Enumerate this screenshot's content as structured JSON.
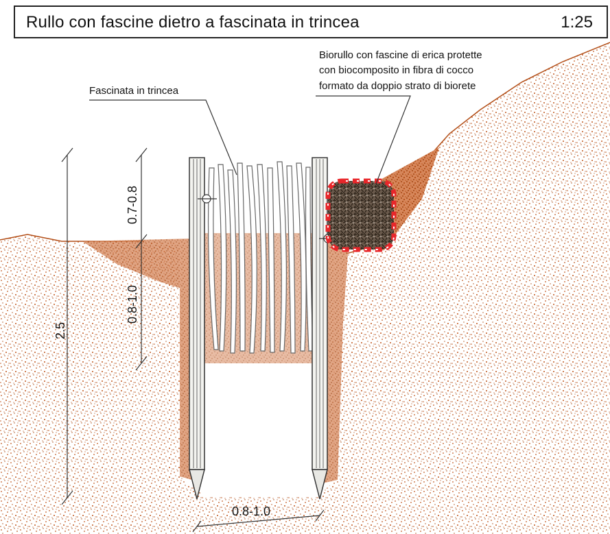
{
  "header": {
    "title": "Rullo con fascine dietro a fascinata in trincea",
    "scale": "1:25"
  },
  "labels": {
    "fascinata": "Fascinata in trincea",
    "biorullo": [
      "Biorullo con fascine di erica protette",
      "con biocomposito in fibra di cocco",
      "formato da doppio strato di biorete"
    ]
  },
  "dimensions": {
    "total_height": "2.5",
    "above_ground": "0.7-0.8",
    "below_ground": "0.8-1.0",
    "post_spacing": "0.8-1.0"
  },
  "colors": {
    "soil": "#c0561d",
    "soil_dark": "#a54712",
    "net": "#e8262a",
    "fascine": "#4a3a2c",
    "line": "#222222"
  }
}
